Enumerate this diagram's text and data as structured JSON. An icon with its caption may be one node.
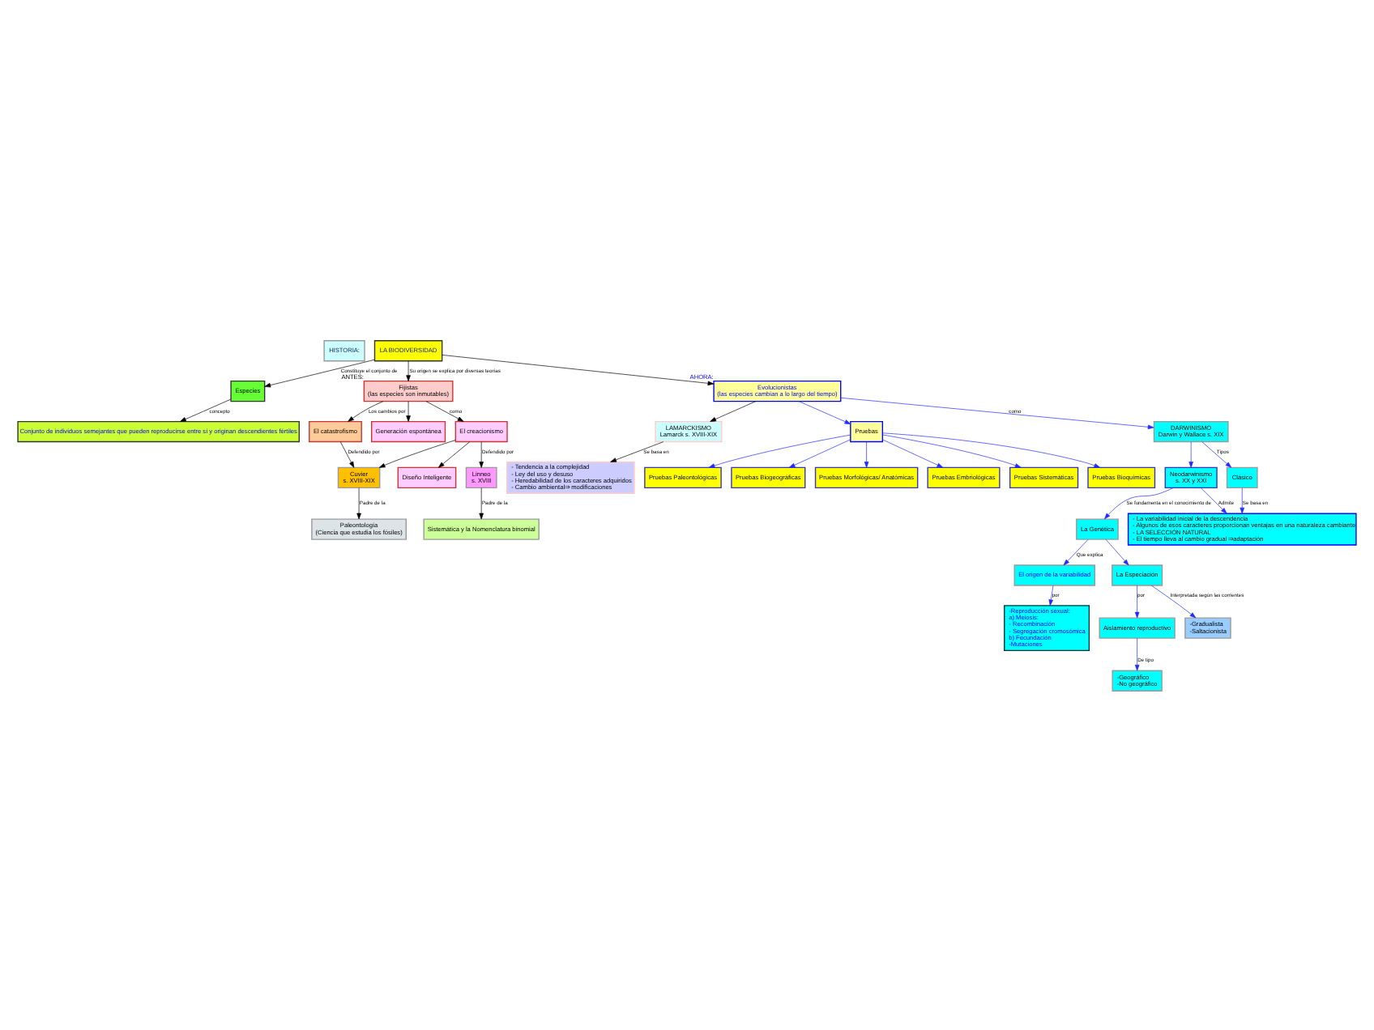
{
  "diagram": {
    "nodes": [
      {
        "text": [
          "HISTORIA:"
        ]
      },
      {
        "text": [
          "LA BIODIVERSIDAD"
        ]
      },
      {
        "text": [
          "Especies"
        ]
      },
      {
        "text": [
          "Conjunto de individuos semejantes que pueden reproducirse entre sí y originan descendientes fértiles"
        ]
      },
      {
        "text": [
          "Fijistas",
          "(las especies son inmutables)"
        ],
        "beside": [
          "ANTES:"
        ]
      },
      {
        "text": [
          "Evolucionistas",
          "(las especies cambian a lo largo del tiempo)"
        ],
        "beside": [
          "AHORA:"
        ]
      },
      {
        "text": [
          "Generación espontánea"
        ]
      },
      {
        "text": [
          "El creacionismo"
        ]
      },
      {
        "text": [
          "El catastrofismo"
        ]
      },
      {
        "text": [
          "Cuvier",
          "s. XVIII-XIX"
        ]
      },
      {
        "text": [
          "Linneo",
          "s. XVIII"
        ]
      },
      {
        "text": [
          "Sistemática y la Nomenclatura binomial"
        ]
      },
      {
        "text": [
          "Paleontología",
          "(Ciencia que estudia los fósiles)"
        ]
      },
      {
        "text": [
          "Diseño Inteligente"
        ]
      },
      {
        "text": [
          "Pruebas"
        ]
      },
      {
        "text": [
          "DARWINISMO",
          "Darwin y Wallace s. XIX"
        ]
      },
      {
        "text": [
          "LAMARCKISMO",
          "Lamarck s. XVIII-XIX"
        ]
      },
      {
        "text": [
          "Clásico"
        ]
      },
      {
        "text": [
          "Neodarwinismo",
          "s. XX y XXI"
        ]
      },
      {
        "text": [
          "- La variabilidad inicial de la descendencia",
          "- Algunos de esos caracteres proporcionan ventajas en una naturaleza cambiante",
          "- LA SELECCIÓN NATURAL",
          "- El tiempo lleva al cambio gradual ⇒adaptación"
        ]
      },
      {
        "text": [
          "- Tendencia a la complejidad",
          "- Ley del uso y desuso",
          "- Heredabilidad de los caracteres adquiridos",
          "- Cambio ambiental⇒ modificaciones"
        ]
      },
      {
        "text": [
          "La Genética"
        ]
      },
      {
        "text": [
          "El origen de la variabilidad"
        ]
      },
      {
        "text": [
          "La Especiación"
        ]
      },
      {
        "text": [
          "-Reproducción sexual:",
          "a) Meiosis:",
          "- Recombinación",
          "- Segregación cromosómica",
          "b) Fecundación",
          "-Mutaciones"
        ]
      },
      {
        "text": [
          "Aislamiento reproductivo"
        ]
      },
      {
        "text": [
          "-Geográfico",
          "-No geográfico"
        ]
      },
      {
        "text": [
          "-Gradualista",
          "-Saltacionista"
        ]
      },
      {
        "text": [
          "Pruebas Paleontológicas"
        ]
      },
      {
        "text": [
          "Pruebas Biogeográficas"
        ]
      },
      {
        "text": [
          "Pruebas Morfológicas/ Anatómicas"
        ]
      },
      {
        "text": [
          "Pruebas Embriológicas"
        ]
      },
      {
        "text": [
          "Pruebas Sistemáticas"
        ]
      },
      {
        "text": [
          "Pruebas Bioquímicas"
        ]
      }
    ],
    "edges": [
      {
        "from": 1,
        "to": 2,
        "arrow": "to",
        "label": "Constituye el conjunto de",
        "color": "#000000"
      },
      {
        "from": 2,
        "to": 3,
        "arrow": "to",
        "label": "concepto",
        "color": "#000000"
      },
      {
        "from": 1,
        "to": 4,
        "arrow": "to",
        "label": "Su origen se explica por diversas teorías",
        "color": "#000000"
      },
      {
        "from": 1,
        "to": 5,
        "arrow": "to",
        "color": "#000000"
      },
      {
        "from": 4,
        "to": 6,
        "arrow": "to",
        "color": "#000000"
      },
      {
        "from": 4,
        "to": 7,
        "arrow": "to",
        "label": "como",
        "color": "#000000"
      },
      {
        "from": 4,
        "to": 8,
        "arrow": "to",
        "label": "Los cambios por",
        "color": "#000000"
      },
      {
        "from": 7,
        "to": 13,
        "arrow": "to",
        "color": "#000000"
      },
      {
        "from": 7,
        "to": 9,
        "arrow": "to",
        "color": "#000000"
      },
      {
        "from": 7,
        "to": 10,
        "arrow": "to",
        "label": "Defendido por",
        "color": "#000000"
      },
      {
        "from": 8,
        "to": 9,
        "arrow": "to",
        "label": "Defendido por",
        "color": "#000000"
      },
      {
        "from": 10,
        "to": 11,
        "arrow": "to",
        "label": "Padre de la",
        "color": "#000000"
      },
      {
        "from": 9,
        "to": 12,
        "arrow": "to",
        "label": "Padre de la",
        "color": "#000000"
      },
      {
        "from": 5,
        "to": 14,
        "arrow": "to"
      },
      {
        "from": 5,
        "to": 15,
        "arrow": "to",
        "label": "como"
      },
      {
        "from": 5,
        "to": 16,
        "arrow": "to",
        "color": "#000000"
      },
      {
        "from": 15,
        "to": 17,
        "arrow": "to",
        "label": "Tipos"
      },
      {
        "from": 15,
        "to": 18,
        "arrow": "to"
      },
      {
        "from": 16,
        "to": 20,
        "arrow": "to",
        "label": "Se basa en",
        "color": "#000000"
      },
      {
        "from": 17,
        "to": 19,
        "arrow": "to",
        "label": "Se basa en"
      },
      {
        "from": 18,
        "to": 19,
        "arrow": "to",
        "label": "Admite"
      },
      {
        "from": 18,
        "to": 21,
        "arrow": "to",
        "label": "Se fundamenta en el conocimiento de"
      },
      {
        "from": 21,
        "to": 22,
        "arrow": "to",
        "label": "Que explica"
      },
      {
        "from": 21,
        "to": 23,
        "arrow": "to"
      },
      {
        "from": 22,
        "to": 24,
        "arrow": "to",
        "label": "por"
      },
      {
        "from": 23,
        "to": 25,
        "arrow": "to",
        "label": "por"
      },
      {
        "from": 25,
        "to": 26,
        "arrow": "to",
        "label": "De tipo"
      },
      {
        "from": 23,
        "to": 27,
        "arrow": "to",
        "label": "Interpretada según las corrientes"
      },
      {
        "from": 14,
        "to": 28,
        "arrow": "to"
      },
      {
        "from": 14,
        "to": 29,
        "arrow": "to"
      },
      {
        "from": 14,
        "to": 30,
        "arrow": "to"
      },
      {
        "from": 14,
        "to": 31,
        "arrow": "to"
      },
      {
        "from": 14,
        "to": 32,
        "arrow": "to"
      },
      {
        "from": 14,
        "to": 33,
        "arrow": "to"
      }
    ]
  }
}
